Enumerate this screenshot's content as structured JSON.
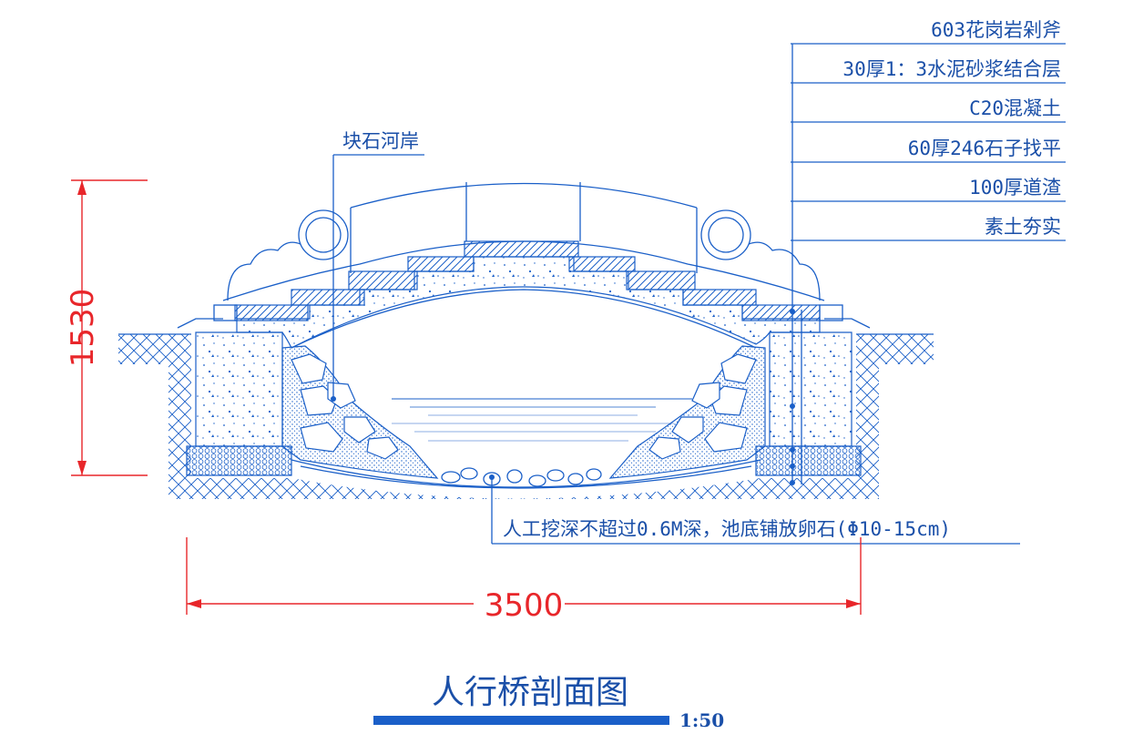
{
  "layers": [
    "603花岗岩剁斧",
    "30厚1：3水泥砂浆结合层",
    "C20混凝土",
    "60厚246石子找平",
    "100厚道渣",
    "素土夯实"
  ],
  "bank_label": "块石河岸",
  "bottom_note": "人工挖深不超过0.6M深，池底铺放卵石(Φ10-15cm)",
  "dim_height": "1530",
  "dim_width": "3500",
  "title": "人行桥剖面图",
  "scale": "1:50",
  "colors": {
    "line": "#1a5fc8",
    "dimension": "#e8262a",
    "text": "#1a4fa8"
  }
}
